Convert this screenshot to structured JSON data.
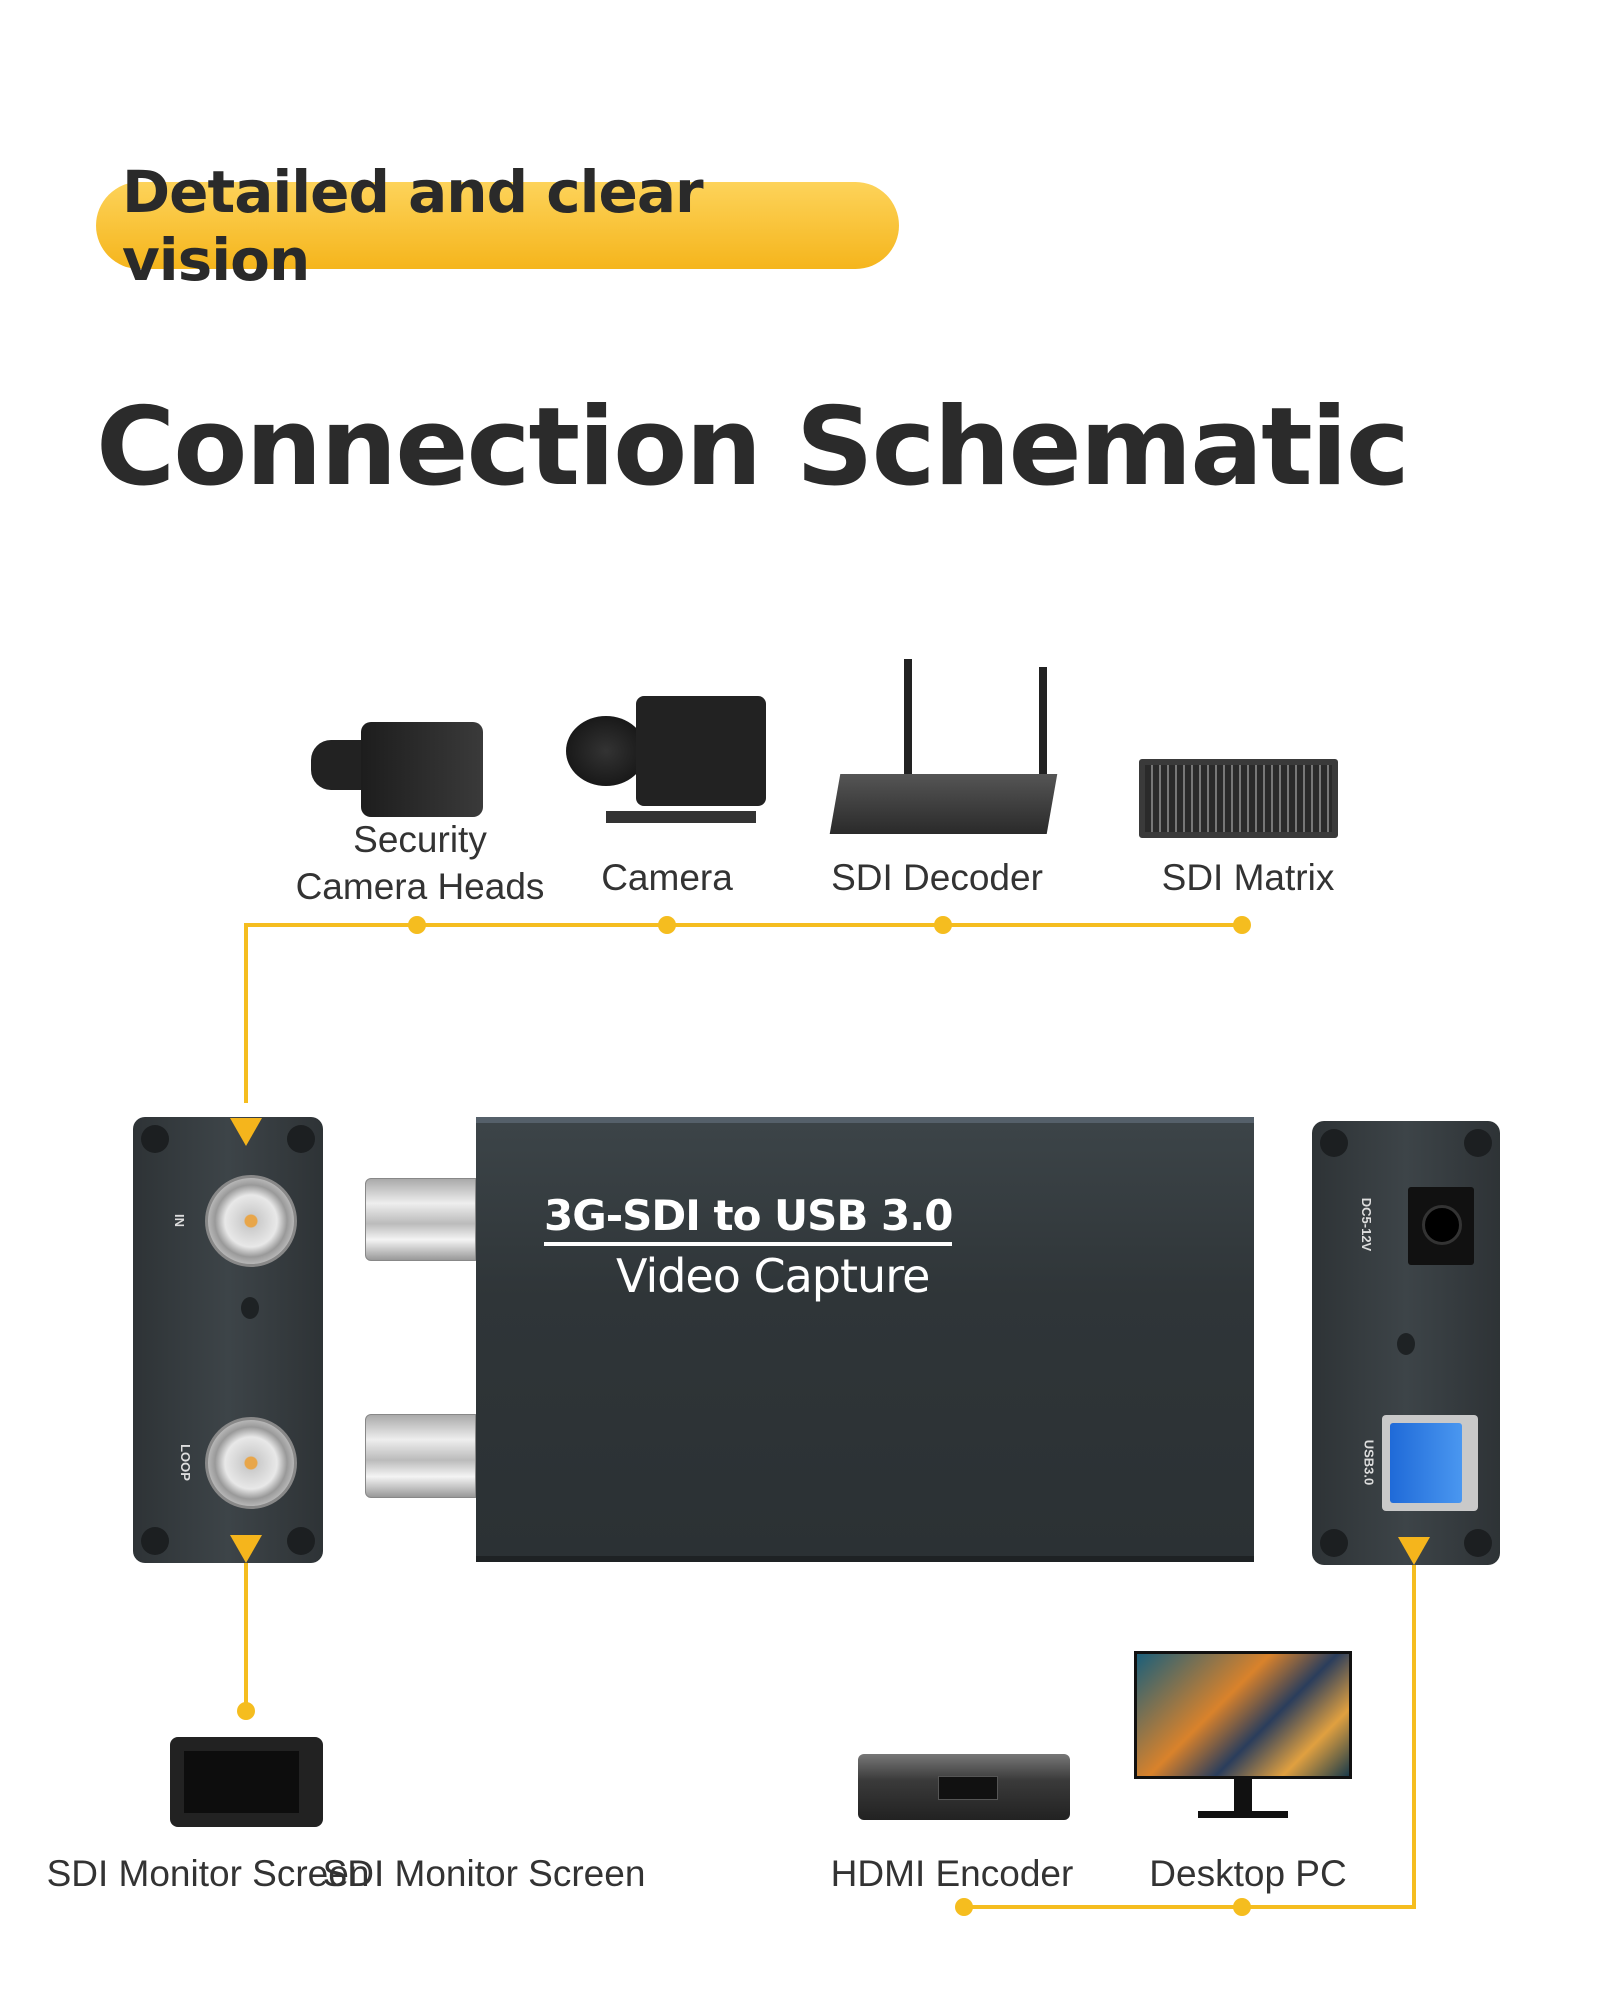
{
  "banner": "Detailed and clear vision",
  "title": "Connection Schematic",
  "sources": [
    {
      "label_line1": "Security",
      "label_line2": "Camera Heads"
    },
    {
      "label": "Camera"
    },
    {
      "label": "SDI Decoder"
    },
    {
      "label": "SDI Matrix"
    }
  ],
  "device": {
    "line1": "3G-SDI to USB 3.0",
    "line2": "Video Capture",
    "port_in": "IN",
    "port_loop": "LOOP",
    "port_power": "DC5-12V",
    "port_usb": "USB3.0"
  },
  "outputs": [
    {
      "label": "SDI Monitor Screen"
    },
    {
      "label": "SDI Monitor Screen"
    },
    {
      "label": "HDMI Encoder"
    },
    {
      "label": "Desktop PC"
    }
  ],
  "colors": {
    "accent": "#f5bd1f",
    "device": "#32393c"
  }
}
